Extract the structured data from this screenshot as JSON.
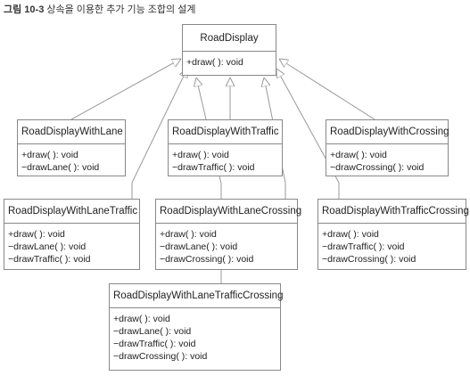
{
  "caption": {
    "number": "그림 10-3",
    "title": "상속을 이용한 추가 기능 조합의 설계"
  },
  "classes": {
    "road_display": {
      "name": "RoadDisplay",
      "ops": [
        "+draw( ): void"
      ]
    },
    "lane": {
      "name": "RoadDisplayWithLane",
      "ops": [
        "+draw( ): void",
        "−drawLane( ): void"
      ]
    },
    "traffic": {
      "name": "RoadDisplayWithTraffic",
      "ops": [
        "+draw( ): void",
        "−drawTraffic( ): void"
      ]
    },
    "crossing": {
      "name": "RoadDisplayWithCrossing",
      "ops": [
        "+draw( ): void",
        "−drawCrossing( ): void"
      ]
    },
    "lane_traffic": {
      "name": "RoadDisplayWithLaneTraffic",
      "ops": [
        "+draw( ): void",
        "−drawLane( ): void",
        "−drawTraffic( ): void"
      ]
    },
    "lane_crossing": {
      "name": "RoadDisplayWithLaneCrossing",
      "ops": [
        "+draw( ): void",
        "−drawLane( ): void",
        "−drawCrossing( ): void"
      ]
    },
    "traffic_crossing": {
      "name": "RoadDisplayWithTrafficCrossing",
      "ops": [
        "+draw( ): void",
        "−drawTraffic( ): void",
        "−drawCrossing( ): void"
      ]
    },
    "lane_traffic_crossing": {
      "name": "RoadDisplayWithLaneTrafficCrossing",
      "ops": [
        "+draw( ): void",
        "−drawLane( ): void",
        "−drawTraffic( ): void",
        "−drawCrossing( ): void"
      ]
    }
  },
  "colors": {
    "box_border": "#888888",
    "line": "#999999"
  }
}
